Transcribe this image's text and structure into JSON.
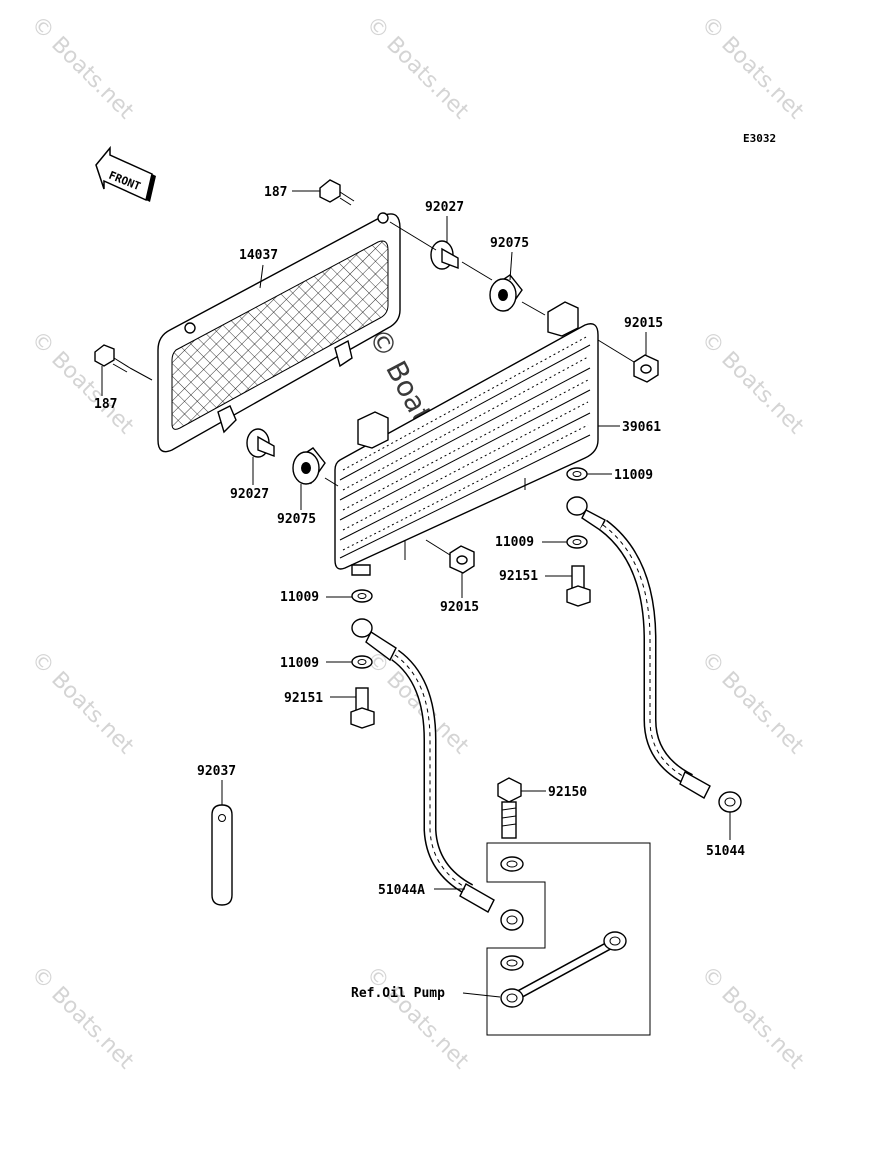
{
  "diagram": {
    "code": "E3032",
    "front_label": "FRONT",
    "ref_label": "Ref.Oil Pump",
    "watermark": "© Boats.net",
    "parts": {
      "bolt_187_top": "187",
      "bolt_187_left": "187",
      "screen_14037": "14037",
      "grommet_92027_top": "92027",
      "grommet_92027_bottom": "92027",
      "rubber_92075_top": "92075",
      "rubber_92075_bottom": "92075",
      "nut_92015_top": "92015",
      "nut_92015_bottom": "92015",
      "cooler_39061": "39061",
      "washer_11009_a": "11009",
      "washer_11009_b": "11009",
      "washer_11009_c": "11009",
      "washer_11009_d": "11009",
      "bolt_92151_right": "92151",
      "bolt_92151_left": "92151",
      "strap_92037": "92037",
      "bolt_92150": "92150",
      "hose_51044": "51044",
      "hose_51044A": "51044A"
    }
  }
}
